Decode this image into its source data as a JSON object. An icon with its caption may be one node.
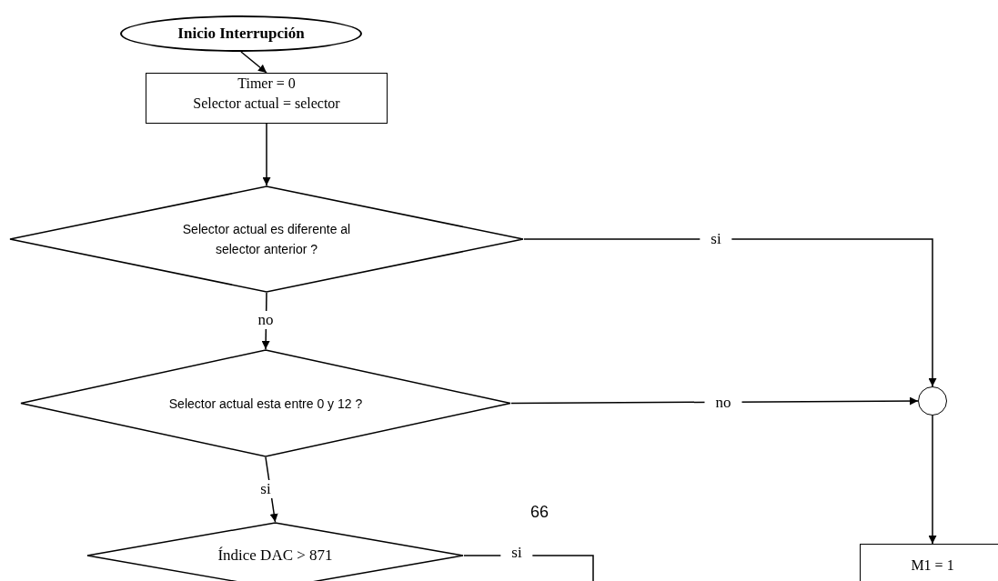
{
  "diagram": {
    "nodes": [
      {
        "text": [
          "Inicio Interrupción"
        ]
      },
      {
        "text": [
          "Timer = 0",
          "Selector actual = selector"
        ]
      },
      {
        "text": [
          "Selector actual es diferente al selector anterior ?"
        ]
      },
      {
        "text": [
          "Selector actual esta entre 0 y 12 ?"
        ]
      },
      {
        "text": [
          "Índice DAC > 871"
        ]
      },
      {
        "text": [],
        "shape": "circle"
      },
      {
        "text": [
          "M1 = 1"
        ]
      }
    ],
    "edges": [
      {
        "from": 0,
        "to": 1,
        "arrow": "to"
      },
      {
        "from": 1,
        "to": 2,
        "arrow": "to"
      },
      {
        "from": 2,
        "to": 3,
        "arrow": "to",
        "label": "no"
      },
      {
        "from": 2,
        "to": 5,
        "arrow": "to",
        "label": "si"
      },
      {
        "from": 3,
        "to": 5,
        "arrow": "to",
        "label": "no"
      },
      {
        "from": 3,
        "to": 4,
        "arrow": "to",
        "label": "si"
      },
      {
        "from": 5,
        "to": 6,
        "arrow": "to"
      },
      {
        "from": 4,
        "to": null,
        "arrow": "none",
        "label": "si"
      }
    ],
    "labels": [
      "66"
    ]
  }
}
